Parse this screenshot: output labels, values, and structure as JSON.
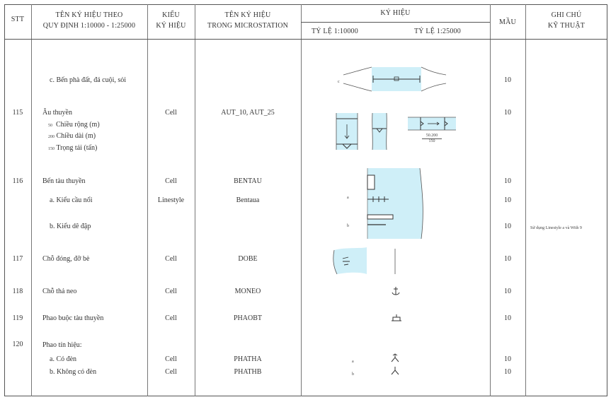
{
  "header": {
    "stt": "STT",
    "name_line1": "TÊN KÝ HIỆU THEO",
    "name_line2": "QUY ĐỊNH 1:10000 - 1:25000",
    "type_line1": "KIỂU",
    "type_line2": "KÝ HIỆU",
    "ms_line1": "TÊN KÝ HIỆU",
    "ms_line2": "TRONG MICROSTATION",
    "symbol": "KÝ HIỆU",
    "scale_10k": "TỶ LỆ 1:10000",
    "scale_25k": "TỶ LỆ 1:25000",
    "color": "MẦU",
    "note_line1": "GHI CHÚ",
    "note_line2": "KỸ THUẬT"
  },
  "rows": {
    "ben_pha": {
      "name": "c. Bến phà đất, đá cuội, sỏi",
      "color": "10",
      "mark": "c"
    },
    "r115": {
      "stt": "115",
      "name": "Âu thuyền",
      "type": "Cell",
      "ms": "AUT_10, AUT_25",
      "color": "10",
      "sub1_val": "50",
      "sub1_label": "Chiều rộng (m)",
      "sub2_val": "200",
      "sub2_label": "Chiều dài (m)",
      "sub3_val": "150",
      "sub3_label": "Trọng tải (tấn)",
      "label_top": "50.200",
      "label_bot": "150"
    },
    "r116": {
      "stt": "116",
      "name": "Bến tàu thuyền",
      "type": "Cell",
      "ms": "BENTAU",
      "color": "10",
      "a_name": "a. Kiểu cầu nổi",
      "a_type": "Linestyle",
      "a_ms": "Bentaua",
      "a_color": "10",
      "a_mark": "a",
      "b_name": "b. Kiểu dê đập",
      "b_color": "10",
      "b_mark": "b",
      "b_note": "Sử dụng Linestyle a và With 9"
    },
    "r117": {
      "stt": "117",
      "name": "Chỗ đóng, đỡ bè",
      "type": "Cell",
      "ms": "DOBE",
      "color": "10"
    },
    "r118": {
      "stt": "118",
      "name": "Chỗ thả neo",
      "type": "Cell",
      "ms": "MONEO",
      "color": "10"
    },
    "r119": {
      "stt": "119",
      "name": "Phao buộc tàu thuyền",
      "type": "Cell",
      "ms": "PHAOBT",
      "color": "10"
    },
    "r120": {
      "stt": "120",
      "name": "Phao tín hiệu:",
      "a_name": "a. Có đèn",
      "a_type": "Cell",
      "a_ms": "PHATHA",
      "a_color": "10",
      "a_mark": "a",
      "b_name": "b. Không có đèn",
      "b_type": "Cell",
      "b_ms": "PHATHB",
      "b_color": "10",
      "b_mark": "b"
    }
  },
  "colors": {
    "water": "#cfeff8",
    "line": "#333333"
  }
}
